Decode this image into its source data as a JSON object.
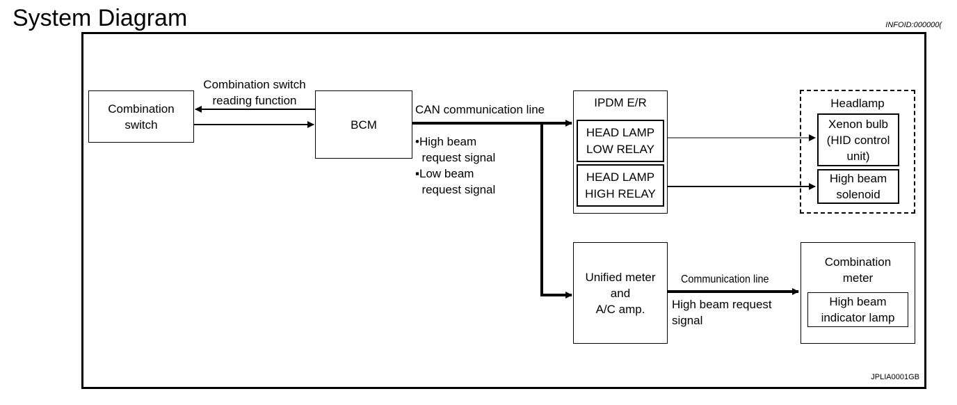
{
  "title": "System Diagram",
  "info_id": "INFOID:000000(",
  "image_code": "JPLIA0001GB",
  "boxes": {
    "combination_switch": "Combination\nswitch",
    "bcm": "BCM",
    "ipdm": "IPDM E/R",
    "head_lamp_low_relay": "HEAD LAMP\nLOW RELAY",
    "head_lamp_high_relay": "HEAD LAMP\nHIGH RELAY",
    "headlamp": "Headlamp",
    "xenon_bulb": "Xenon bulb\n(HID control\nunit)",
    "high_beam_solenoid": "High beam\nsolenoid",
    "unified_meter": "Unified meter\nand\nA/C amp.",
    "combination_meter": "Combination\nmeter",
    "high_beam_indicator": "High beam\nindicator lamp"
  },
  "labels": {
    "reading_function": "Combination switch\nreading function",
    "can_line": "CAN communication line",
    "signals": "•High beam\n  request signal\n▪Low beam\n  request signal",
    "communication_line": "Communication line",
    "high_beam_request": "High beam request\nsignal"
  }
}
